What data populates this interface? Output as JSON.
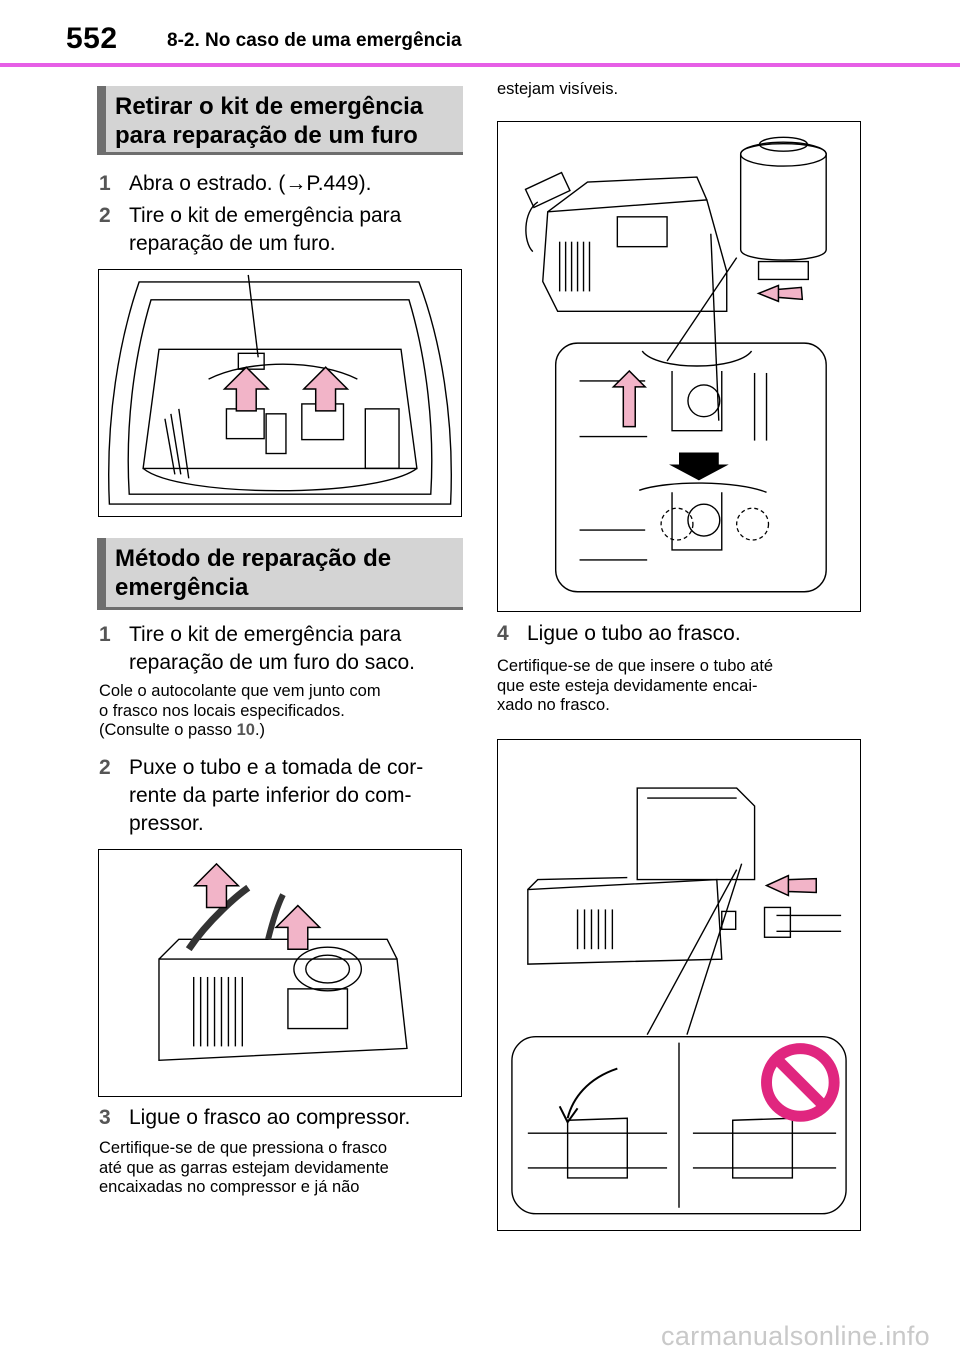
{
  "header": {
    "page_number": "552",
    "section_title": "8-2. No caso de uma emergência"
  },
  "left": {
    "heading1": {
      "line1": "Retirar o kit de emergência",
      "line2": "para reparação de um furo"
    },
    "steps_a": [
      {
        "num": "1",
        "text": "Abra o estrado. (→P.449)."
      },
      {
        "num": "2",
        "line1": "Tire o kit de emergência para",
        "line2": "reparação de um furo."
      }
    ],
    "heading2": {
      "line1": "Método de reparação de",
      "line2": "emergência"
    },
    "step_b1": {
      "num": "1",
      "line1": "Tire o kit de emergência para",
      "line2": "reparação de um furo do saco."
    },
    "note_b1": {
      "line1": "Cole o autocolante que vem junto com",
      "line2": "o frasco nos locais especificados.",
      "line3_prefix": "(Consulte o passo ",
      "line3_ref": "10",
      "line3_suffix": ".)"
    },
    "step_b2": {
      "num": "2",
      "line1": "Puxe o tubo e a tomada de cor-",
      "line2": "rente da parte inferior do com-",
      "line3": "pressor."
    },
    "step_b3": {
      "num": "3",
      "text": "Ligue o frasco ao compressor."
    },
    "note_b3": {
      "line1": "Certifique-se de que pressiona o frasco",
      "line2": "até que as garras estejam devidamente",
      "line3": "encaixadas no compressor e já não"
    }
  },
  "right": {
    "note_cont": "estejam visíveis.",
    "step_4": {
      "num": "4",
      "text": "Ligue o tubo ao frasco."
    },
    "note_4": {
      "line1": "Certifique-se de que insere o tubo até",
      "line2": "que este esteja devidamente encai-",
      "line3": "xado no frasco."
    }
  },
  "colors": {
    "accent_magenta": "#e65fe6",
    "arrow_pink": "#f2b4c8",
    "prohibition_magenta": "#e0267f",
    "heading_bg": "#d4d4d4"
  },
  "watermark": "carmanualsonline.info"
}
